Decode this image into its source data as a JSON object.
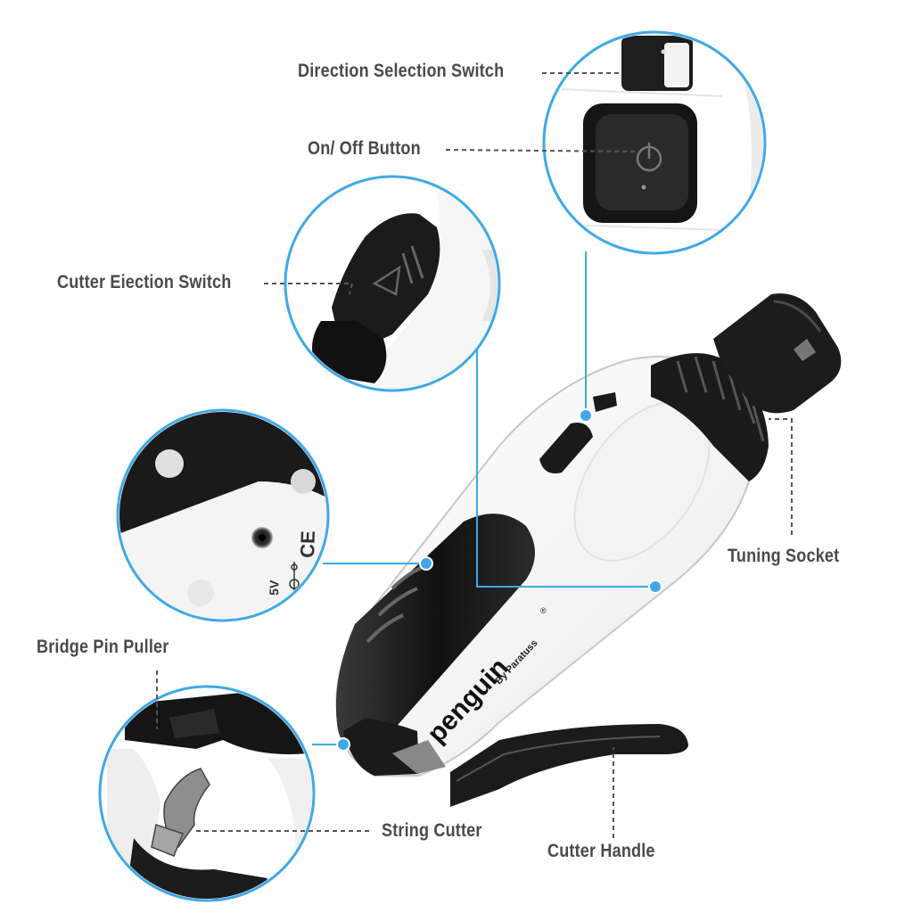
{
  "labels": {
    "direction_switch": "Direction Selection Switch",
    "on_off_button": "On/ Off Button",
    "cutter_ejection_switch": "Cutter Eiection Switch",
    "bridge_pin_puller": "Bridge Pin Puller",
    "string_cutter": "String Cutter",
    "cutter_handle": "Cutter Handle",
    "tuning_socket": "Tuning Socket"
  },
  "product": {
    "brand": "penguin",
    "maker": "By Paratuss",
    "registered": "®"
  },
  "port_marking": {
    "voltage": "5V",
    "ce": "CE"
  },
  "colors": {
    "accent": "#3fa9e6",
    "body": "#ffffff",
    "trim": "#1a1a1a",
    "label": "#4a4a4a",
    "leader": "#555555"
  }
}
